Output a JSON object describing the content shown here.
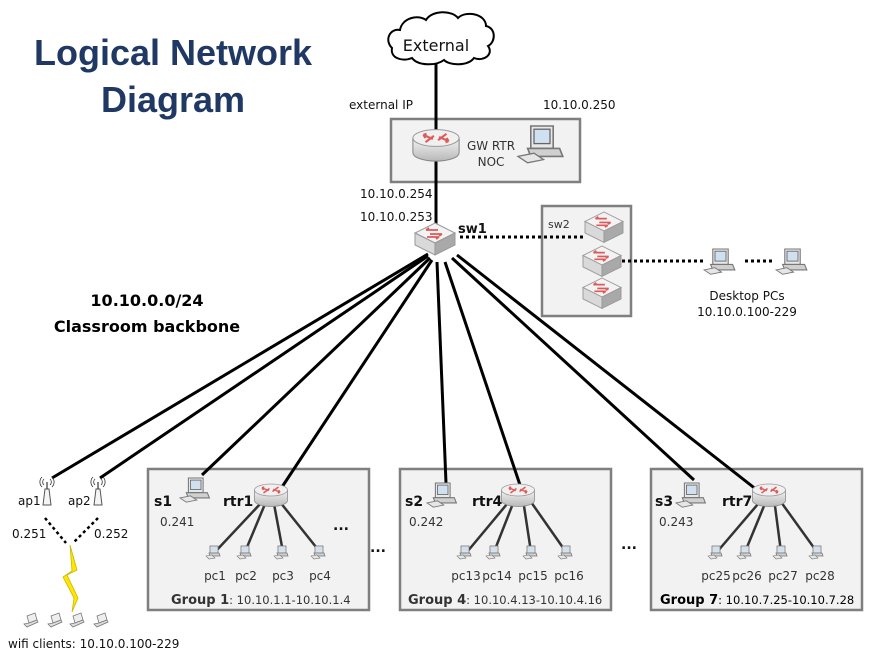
{
  "title": {
    "line1": "Logical Network",
    "line2": "Diagram",
    "color": "#1F3864"
  },
  "backbone": {
    "subnet": "10.10.0.0/24",
    "name": "Classroom backbone"
  },
  "external": {
    "label": "External",
    "ip_label": "external IP"
  },
  "gateway": {
    "label_line1": "GW RTR",
    "label_line2": "NOC",
    "noc_ip": "10.10.0.250",
    "inside_ip": "10.10.0.254"
  },
  "sw1": {
    "label": "sw1",
    "ip": "10.10.0.253"
  },
  "sw2": {
    "label": "sw2"
  },
  "desktops": {
    "label": "Desktop PCs",
    "range": "10.10.0.100-229"
  },
  "wifi": {
    "aps": [
      {
        "label": "ap1",
        "ip": "0.251"
      },
      {
        "label": "ap2",
        "ip": "0.252"
      }
    ],
    "clients_label": "wifi clients: 10.10.0.100-229"
  },
  "groups": [
    {
      "name": "Group 1",
      "range": ": 10.10.1.1-10.10.1.4",
      "server": "s1",
      "server_ip": "0.241",
      "router": "rtr1",
      "pcs": [
        "pc1",
        "pc2",
        "pc3",
        "pc4"
      ],
      "more": "..."
    },
    {
      "name": "Group 4",
      "range": ": 10.10.4.13-10.10.4.16",
      "server": "s2",
      "server_ip": "0.242",
      "router": "rtr4",
      "pcs": [
        "pc13",
        "pc14",
        "pc15",
        "pc16"
      ]
    },
    {
      "name": "Group 7",
      "range": ": 10.10.7.25-10.10.7.28",
      "server": "s3",
      "server_ip": "0.243",
      "router": "rtr7",
      "pcs": [
        "pc25",
        "pc26",
        "pc27",
        "pc28"
      ]
    }
  ],
  "ellipses": [
    "...",
    "..."
  ],
  "colors": {
    "accent_red": "#E05A5A",
    "box_fill": "#F2F2F2",
    "box_stroke": "#7F7F7F",
    "bolt": "#FFE600"
  }
}
